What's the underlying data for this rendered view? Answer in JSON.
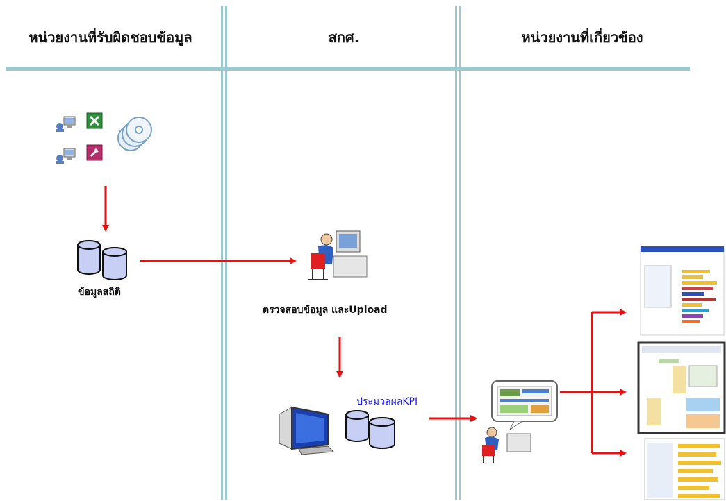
{
  "columns": [
    {
      "id": "responsible",
      "title": "หน่วยงานที่รับผิดชอบข้อมูล"
    },
    {
      "id": "center",
      "title": "สกศ."
    },
    {
      "id": "related",
      "title": "หน่วยงานที่เกี่ยวข้อง"
    }
  ],
  "labels": {
    "stat_data": "ข้อมูลสถิติ",
    "check_upload": "ตรวจสอบข้อมูล และUpload",
    "process_kpi": "ประมวลผลKPI"
  },
  "colors": {
    "divider": "#9cc8d0",
    "arrow": "#e81010",
    "database": "#c8cff4",
    "kpi_text": "#1a1aff"
  },
  "icons": [
    "user-pc-icon",
    "excel-icon",
    "access-icon",
    "cd-stack-icon",
    "database-icon",
    "workstation-user-icon",
    "monitor-icon",
    "report-thumbnail-icon"
  ]
}
